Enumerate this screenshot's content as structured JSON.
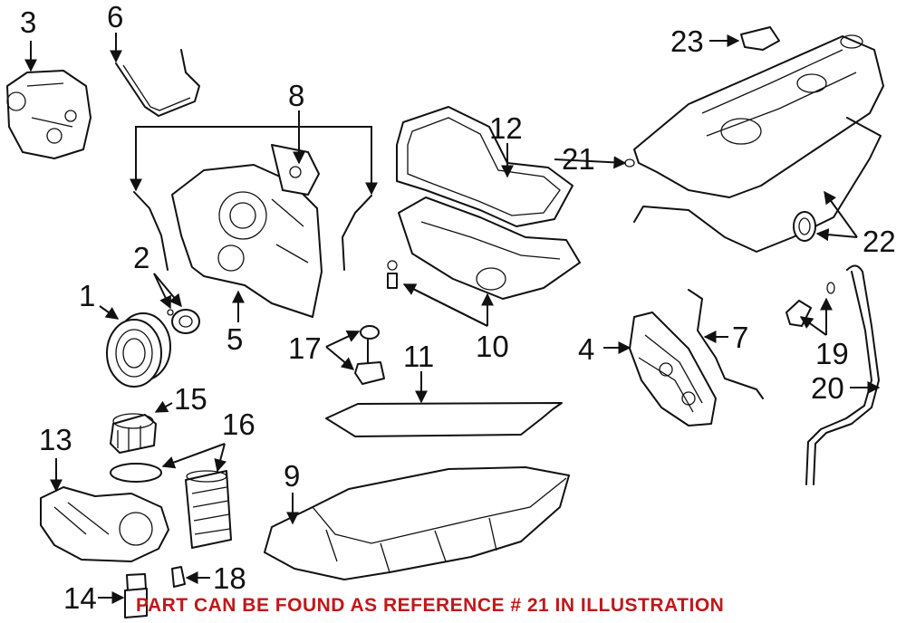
{
  "caption": "PART CAN BE FOUND AS REFERENCE # 21 IN ILLUSTRATION",
  "caption_color": "#c0181a",
  "callouts": [
    "1",
    "2",
    "3",
    "4",
    "5",
    "6",
    "7",
    "8",
    "9",
    "10",
    "11",
    "12",
    "13",
    "14",
    "15",
    "16",
    "17",
    "18",
    "19",
    "20",
    "21",
    "22",
    "23"
  ]
}
